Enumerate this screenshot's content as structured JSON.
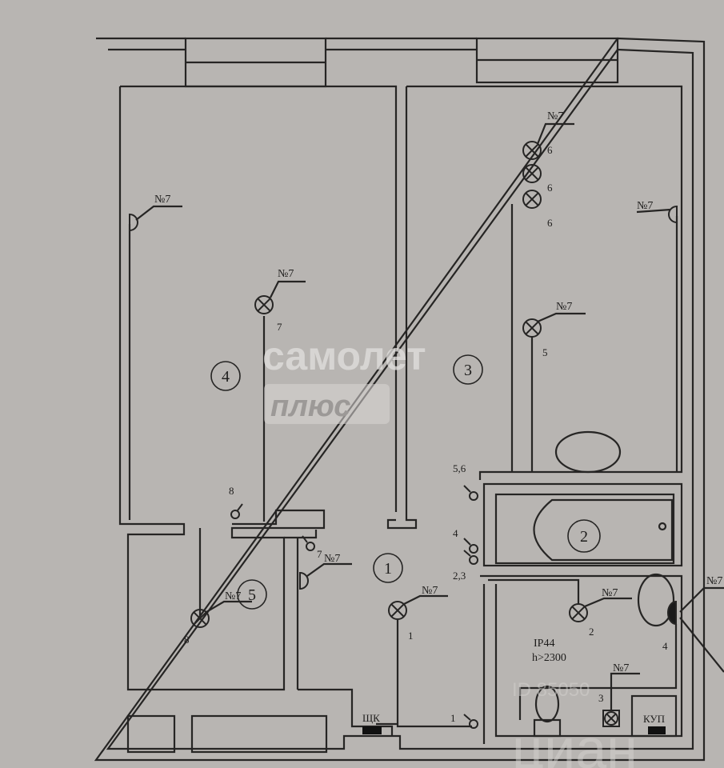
{
  "rooms": [
    "1",
    "2",
    "3",
    "4",
    "5"
  ],
  "lamp_ref": "№7",
  "lamp_numbers": {
    "r4": "7",
    "r3a": "6",
    "r3b": "6",
    "r3c": "6",
    "r3d": "5",
    "r5": "8",
    "corr": "1",
    "bath": "2",
    "wc": "3",
    "wc_wall": "4"
  },
  "switch_numbers": {
    "s8": "8",
    "s7": "7",
    "s56": "5,6",
    "s4": "4",
    "s23": "2,3",
    "s1": "1"
  },
  "panels": {
    "shk": "ЩК",
    "kup": "КУП"
  },
  "bath_note": {
    "ip": "IP44",
    "height": "h>2300"
  },
  "watermarks": {
    "samolet": "самолет",
    "plus": "плюс",
    "cian": "циан",
    "id": "ID 85050"
  }
}
